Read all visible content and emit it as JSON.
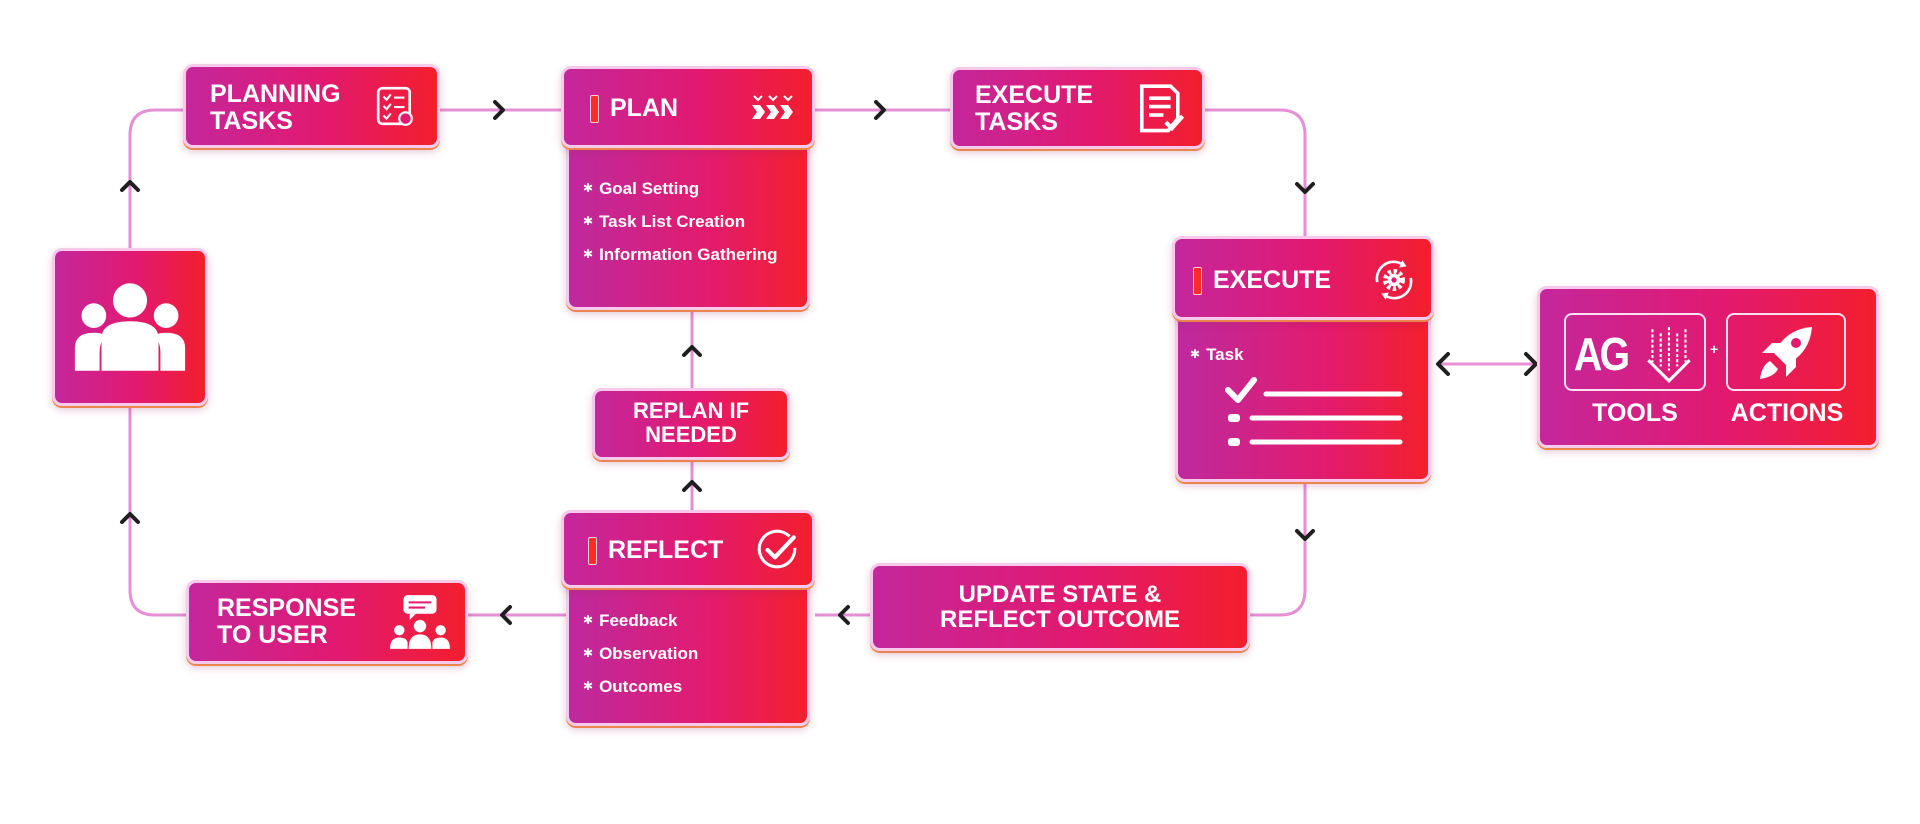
{
  "nodes": {
    "planning_tasks": "PLANNING\nTASKS",
    "plan": "PLAN",
    "execute_tasks": "EXECUTE\nTASKS",
    "execute": "EXECUTE",
    "replan": "REPLAN IF\nNEEDED",
    "reflect": "REFLECT",
    "update_state": "UPDATE STATE &\nREFLECT OUTCOME",
    "response": "RESPONSE\nTO USER",
    "tools": "TOOLS",
    "actions": "ACTIONS",
    "tools_logo": "AG",
    "plus": "+"
  },
  "plan_items": [
    "Goal Setting",
    "Task List Creation",
    "Information Gathering"
  ],
  "execute_items": [
    "Task"
  ],
  "reflect_items": [
    "Feedback",
    "Observation",
    "Outcomes"
  ],
  "colors": {
    "gradient_start": "#c4279c",
    "gradient_mid": "#e2196f",
    "gradient_end": "#f31e2d",
    "connector": "#e58fd5",
    "arrow": "#1f1f1f"
  },
  "icons": [
    "users-icon",
    "checklist-icon",
    "chevrons-icon",
    "document-check-icon",
    "gear-icon",
    "task-list-icon",
    "check-circle-icon",
    "chat-users-icon",
    "tools-icon",
    "rocket-icon"
  ]
}
